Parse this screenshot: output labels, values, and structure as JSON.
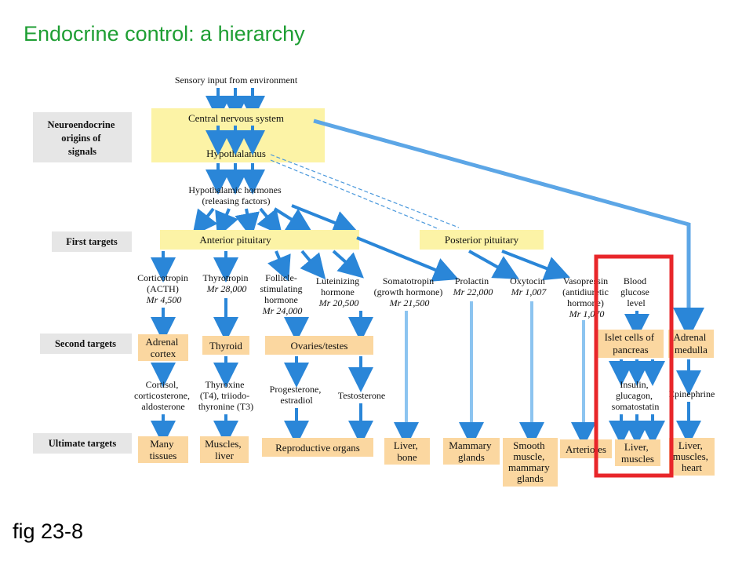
{
  "title": "Endocrine control: a hierarchy",
  "figure_label": "fig 23-8",
  "colors": {
    "box_fill": "#fbd7a0",
    "system_fill": "#fcf3a6",
    "side_fill": "#e6e6e6",
    "arrow": "#2a86d8",
    "highlight": "#e8262a",
    "title": "#1e9e33"
  },
  "sensory_input": "Sensory input from environment",
  "cns": {
    "line1": "Central nervous system",
    "line2": "Hypothalamus"
  },
  "hypothalamic_hormones": {
    "line1": "Hypothalamic hormones",
    "line2": "(releasing factors)"
  },
  "side_labels": {
    "neuroendocrine": [
      "Neuroendocrine",
      "origins of",
      "signals"
    ],
    "first": "First targets",
    "second": "Second targets",
    "ultimate": "Ultimate targets"
  },
  "first_targets": {
    "anterior": "Anterior pituitary",
    "posterior": "Posterior pituitary"
  },
  "hormones": {
    "corticotropin": [
      "Corticotropin",
      "(ACTH)",
      "Mr 4,500"
    ],
    "thyrotropin": [
      "Thyrotropin",
      "Mr 28,000"
    ],
    "fsh": [
      "Follicle-",
      "stimulating",
      "hormone",
      "Mr 24,000"
    ],
    "lh": [
      "Luteinizing",
      "hormone",
      "Mr 20,500"
    ],
    "somatotropin": [
      "Somatotropin",
      "(growth hormone)",
      "Mr 21,500"
    ],
    "prolactin": [
      "Prolactin",
      "Mr 22,000"
    ],
    "oxytocin": [
      "Oxytocin",
      "Mr 1,007"
    ],
    "vasopressin": [
      "Vasopressin",
      "(antidiuretic",
      "hormone)",
      "Mr 1,070"
    ],
    "blood_glucose": [
      "Blood",
      "glucose",
      "level"
    ]
  },
  "second_targets": {
    "adrenal_cortex": [
      "Adrenal",
      "cortex"
    ],
    "thyroid": "Thyroid",
    "ovaries": "Ovaries/testes",
    "islet": [
      "Islet cells of",
      "pancreas"
    ],
    "adrenal_medulla": [
      "Adrenal",
      "medulla"
    ]
  },
  "second_hormones": {
    "cortisol": [
      "Cortisol,",
      "corticosterone,",
      "aldosterone"
    ],
    "thyroxine": [
      "Thyroxine",
      "(T4), triiodo-",
      "thyronine (T3)"
    ],
    "progesterone": [
      "Progesterone,",
      "estradiol"
    ],
    "testosterone": "Testosterone",
    "insulin": [
      "Insulin,",
      "glucagon,",
      "somatostatin"
    ],
    "epinephrine": "Epinephrine"
  },
  "ultimate_targets": {
    "many_tissues": [
      "Many",
      "tissues"
    ],
    "muscles_liver": [
      "Muscles,",
      "liver"
    ],
    "reproductive": "Reproductive organs",
    "liver_bone": [
      "Liver,",
      "bone"
    ],
    "mammary": [
      "Mammary",
      "glands"
    ],
    "smooth": [
      "Smooth",
      "muscle,",
      "mammary",
      "glands"
    ],
    "arterioles": "Arterioles",
    "liver_muscles": [
      "Liver,",
      "muscles"
    ],
    "liver_muscles_heart": [
      "Liver,",
      "muscles,",
      "heart"
    ]
  }
}
